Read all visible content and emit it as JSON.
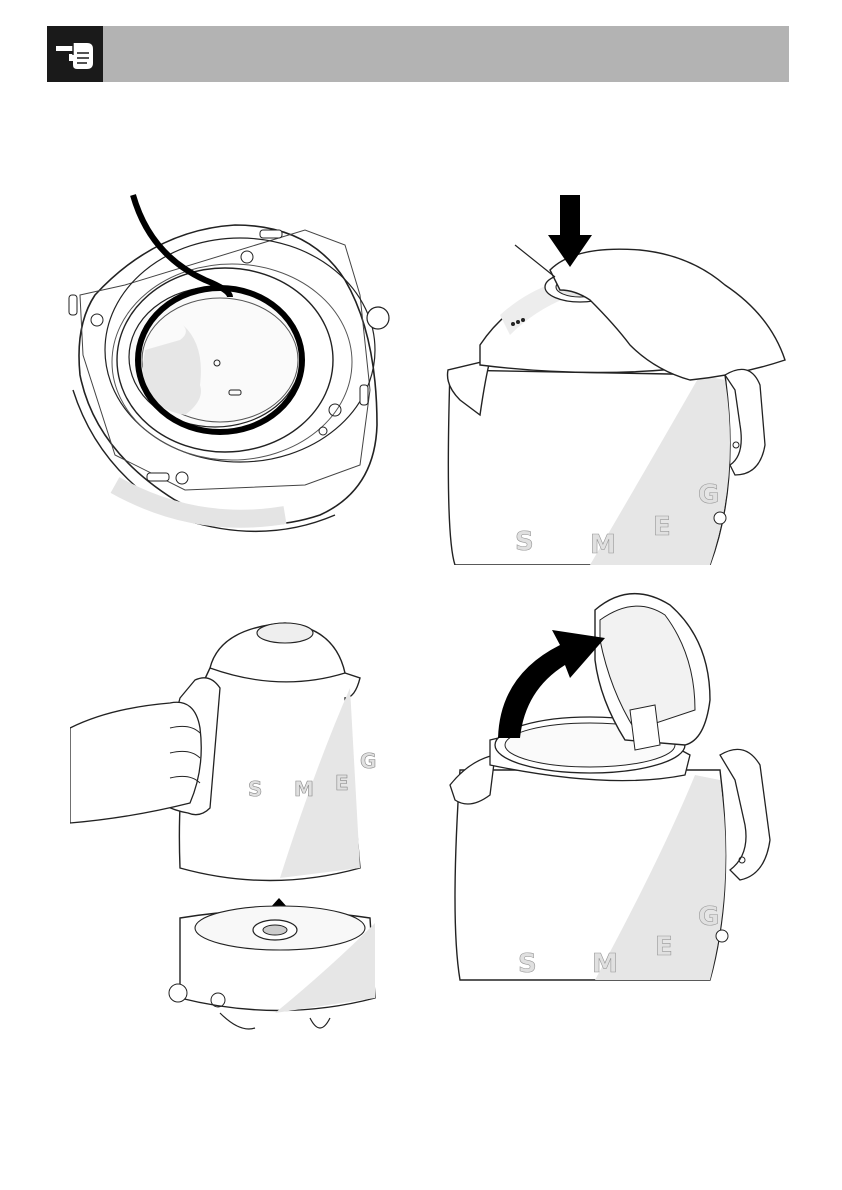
{
  "header": {
    "icon": "pointing-hand-icon",
    "bar_color": "#b3b3b3",
    "icon_bg": "#1a1a1a"
  },
  "figures": [
    {
      "id": "cord-wound-base",
      "icon": "cord-winding-illustration"
    },
    {
      "id": "press-lid-button",
      "icon": "press-down-arrow-illustration",
      "logo_letters": [
        "S",
        "M",
        "E",
        "G"
      ]
    },
    {
      "id": "lift-kettle-off-base",
      "icon": "lift-up-arrow-illustration",
      "logo_letters": [
        "S",
        "M",
        "E",
        "G"
      ]
    },
    {
      "id": "lid-opens",
      "icon": "curved-open-arrow-illustration",
      "logo_letters": [
        "S",
        "M",
        "E",
        "G"
      ]
    }
  ]
}
